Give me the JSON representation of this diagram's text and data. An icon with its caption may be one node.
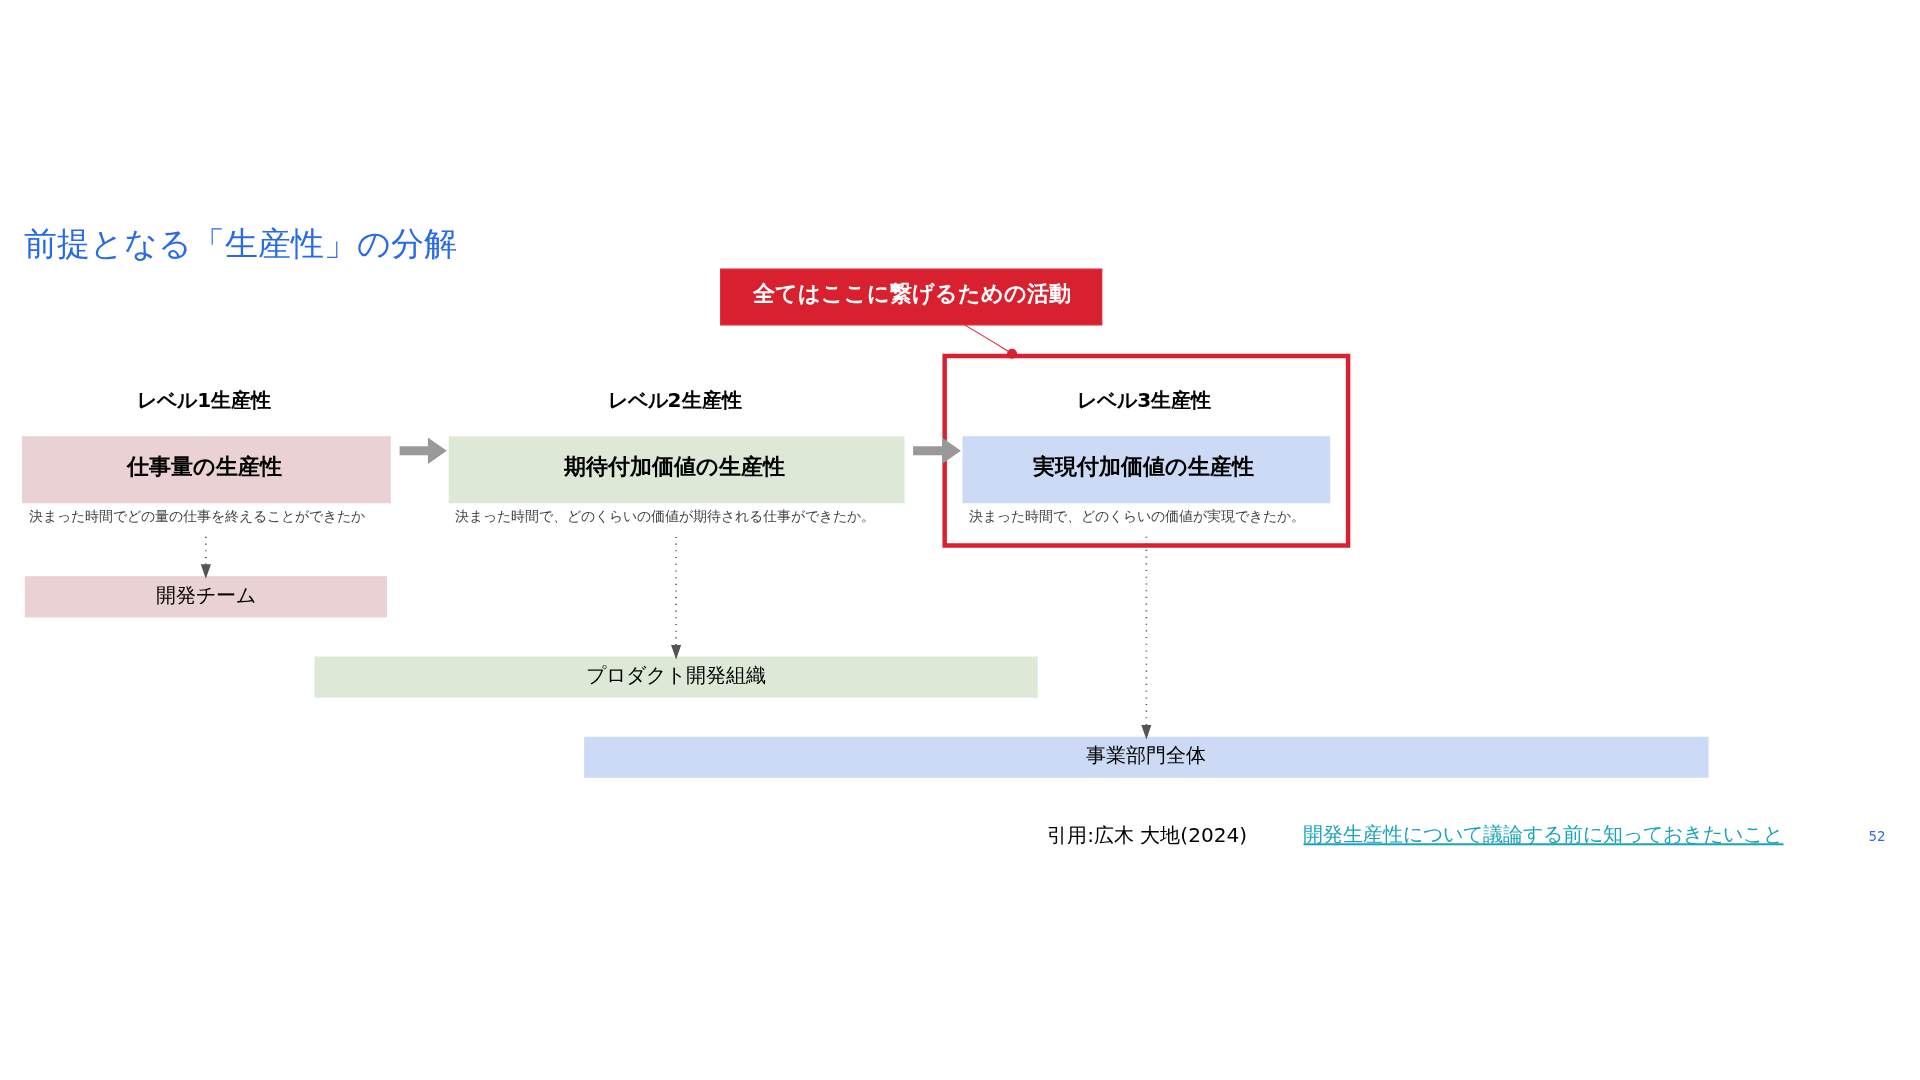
{
  "diagram": {
    "title": "前提となる「生産性」の分解",
    "nodes": [
      {
        "text": [
          "全てはここに繋げるための活動"
        ]
      },
      {
        "text": [],
        "shape": "box"
      },
      {
        "text": [
          "レベル1生産性",
          "仕事量の生産性"
        ],
        "beside": [
          "決まった時間でどの量の仕事を終えることができたか"
        ]
      },
      {
        "text": [
          "レベル2生産性",
          "期待付加価値の生産性"
        ],
        "beside": [
          "決まった時間で、どのくらいの価値が期待される仕事ができたか。"
        ]
      },
      {
        "text": [
          "レベル3生産性",
          "実現付加価値の生産性"
        ],
        "beside": [
          "決まった時間で、どのくらいの価値が実現できたか。"
        ],
        "in": 1
      },
      {
        "text": [
          "開発チーム"
        ]
      },
      {
        "text": [
          "プロダクト開発組織"
        ]
      },
      {
        "text": [
          "事業部門全体"
        ]
      }
    ],
    "edges": [
      {
        "from": 0,
        "to": 1,
        "arrow": "other",
        "color": "#d9202f"
      },
      {
        "from": 2,
        "to": 3,
        "arrow": "to",
        "style": "thick",
        "color": "#999999"
      },
      {
        "from": 3,
        "to": 4,
        "arrow": "to",
        "style": "thick",
        "color": "#999999"
      },
      {
        "from": 2,
        "to": 5,
        "arrow": "to",
        "style": "dashed"
      },
      {
        "from": 3,
        "to": 6,
        "arrow": "to",
        "style": "dashed"
      },
      {
        "from": 4,
        "to": 7,
        "arrow": "to",
        "style": "dashed"
      }
    ],
    "labels": [
      "引用:広木 大地(2024)",
      "開発生産性について議論する前に知っておきたいこと",
      "52"
    ]
  }
}
